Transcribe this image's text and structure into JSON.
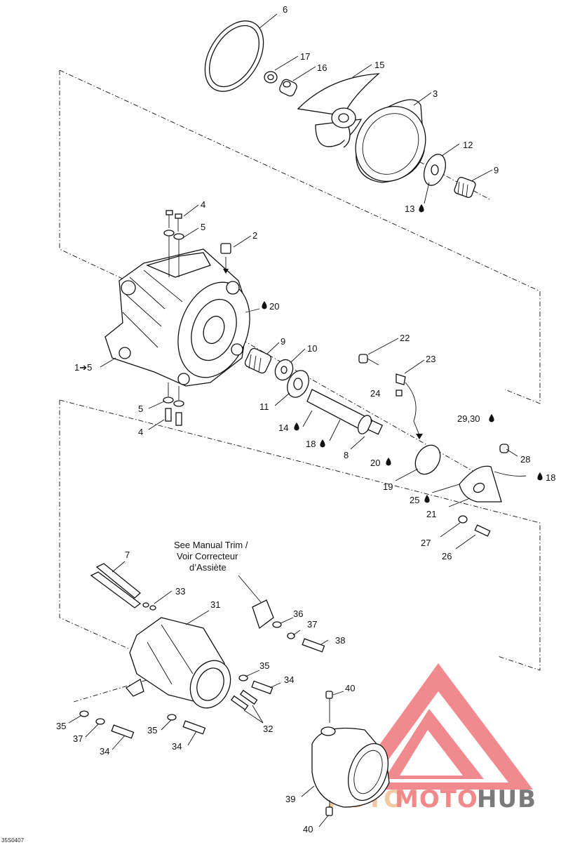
{
  "callouts": [
    {
      "id": "c6",
      "text": "6"
    },
    {
      "id": "c17",
      "text": "17"
    },
    {
      "id": "c16",
      "text": "16"
    },
    {
      "id": "c15",
      "text": "15"
    },
    {
      "id": "c3",
      "text": "3"
    },
    {
      "id": "c12",
      "text": "12"
    },
    {
      "id": "c9a",
      "text": "9"
    },
    {
      "id": "c13",
      "text": "13"
    },
    {
      "id": "c4a",
      "text": "4"
    },
    {
      "id": "c5a",
      "text": "5"
    },
    {
      "id": "c2",
      "text": "2"
    },
    {
      "id": "c20a",
      "text": "20"
    },
    {
      "id": "c1",
      "text": "1➔5"
    },
    {
      "id": "c9b",
      "text": "9"
    },
    {
      "id": "c10",
      "text": "10"
    },
    {
      "id": "c22",
      "text": "22"
    },
    {
      "id": "c23",
      "text": "23"
    },
    {
      "id": "c24",
      "text": "24"
    },
    {
      "id": "c11",
      "text": "11"
    },
    {
      "id": "c5b",
      "text": "5"
    },
    {
      "id": "c4b",
      "text": "4"
    },
    {
      "id": "c14",
      "text": "14"
    },
    {
      "id": "c18a",
      "text": "18"
    },
    {
      "id": "c8",
      "text": "8"
    },
    {
      "id": "c2930",
      "text": "29,30"
    },
    {
      "id": "c28",
      "text": "28"
    },
    {
      "id": "c20b",
      "text": "20"
    },
    {
      "id": "c18b",
      "text": "18"
    },
    {
      "id": "c19",
      "text": "19"
    },
    {
      "id": "c25",
      "text": "25"
    },
    {
      "id": "c21",
      "text": "21"
    },
    {
      "id": "c27",
      "text": "27"
    },
    {
      "id": "c26",
      "text": "26"
    },
    {
      "id": "c7",
      "text": "7"
    },
    {
      "id": "c33",
      "text": "33"
    },
    {
      "id": "c31",
      "text": "31"
    },
    {
      "id": "c36",
      "text": "36"
    },
    {
      "id": "c37a",
      "text": "37"
    },
    {
      "id": "c38",
      "text": "38"
    },
    {
      "id": "c35a",
      "text": "35"
    },
    {
      "id": "c34a",
      "text": "34"
    },
    {
      "id": "c32",
      "text": "32"
    },
    {
      "id": "c40a",
      "text": "40"
    },
    {
      "id": "c35b",
      "text": "35"
    },
    {
      "id": "c37b",
      "text": "37"
    },
    {
      "id": "c34b",
      "text": "34"
    },
    {
      "id": "c35c",
      "text": "35"
    },
    {
      "id": "c34c",
      "text": "34"
    },
    {
      "id": "c39",
      "text": "39"
    },
    {
      "id": "c40b",
      "text": "40"
    }
  ],
  "note": {
    "line1": "See Manual Trim /",
    "line2": "Voir Correcteur",
    "line3": "d’Assiète"
  },
  "drawing_code": "35S0407",
  "watermark": {
    "part1": "AUTO",
    "part2": "MOTO",
    "part3": "HUB",
    "colors": {
      "auto": "#f2c9a0",
      "moto": "#f08a8a",
      "hub": "#7a7a7a",
      "logo": "#e8484f"
    }
  }
}
